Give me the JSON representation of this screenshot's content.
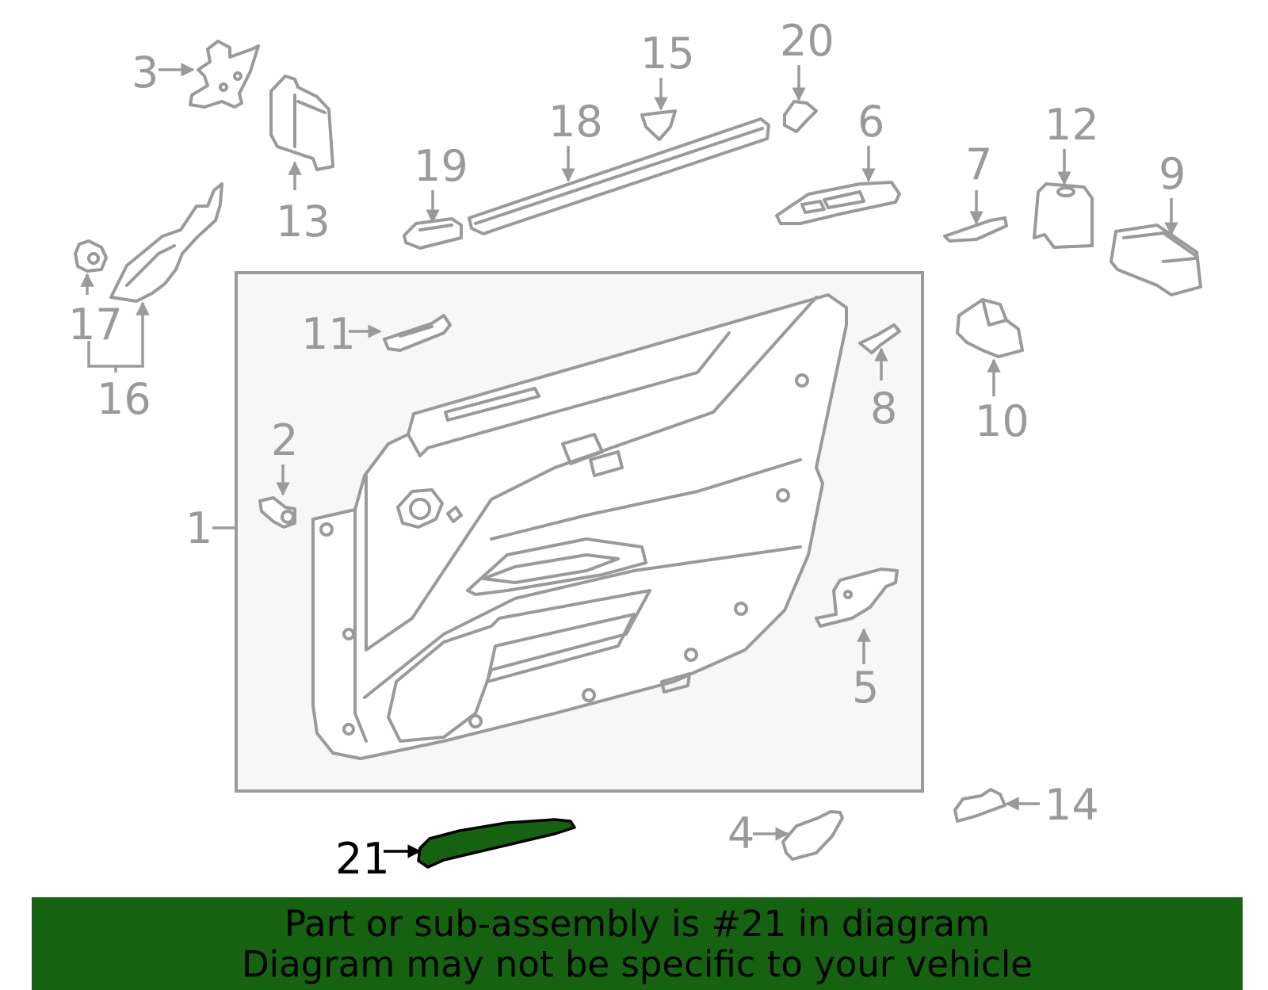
{
  "callouts": {
    "c1": "1",
    "c2": "2",
    "c3": "3",
    "c4": "4",
    "c5": "5",
    "c6": "6",
    "c7": "7",
    "c8": "8",
    "c9": "9",
    "c10": "10",
    "c11": "11",
    "c12": "12",
    "c13": "13",
    "c14": "14",
    "c15": "15",
    "c16": "16",
    "c17": "17",
    "c18": "18",
    "c19": "19",
    "c20": "20",
    "c21": "21"
  },
  "highlighted_part": "21",
  "colors": {
    "highlight": "#156311",
    "line_art": "#9a9a9a",
    "panel_background": "#f7f7f7",
    "banner_background": "#156311",
    "active_text": "#000000"
  },
  "banner": {
    "line1": "Part or sub-assembly is #21 in diagram",
    "line2": "Diagram may not be specific to your vehicle"
  }
}
